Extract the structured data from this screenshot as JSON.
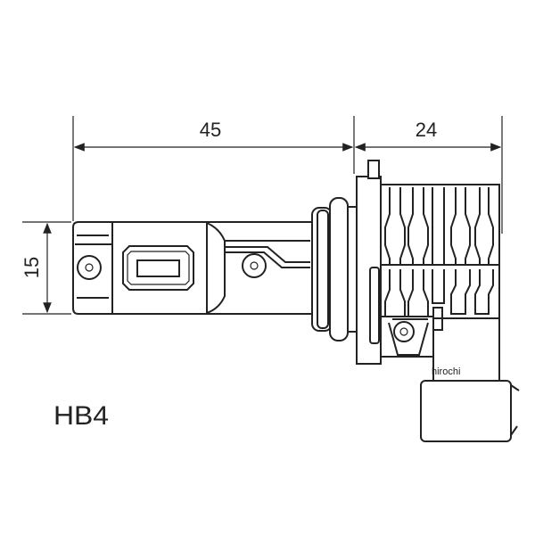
{
  "drawing": {
    "dimensions": {
      "length_base": "45",
      "length_head": "24",
      "diameter": "15"
    },
    "model_label": "HB4",
    "watermark": "hirochi",
    "line_color": "#222222",
    "background": "#ffffff"
  }
}
